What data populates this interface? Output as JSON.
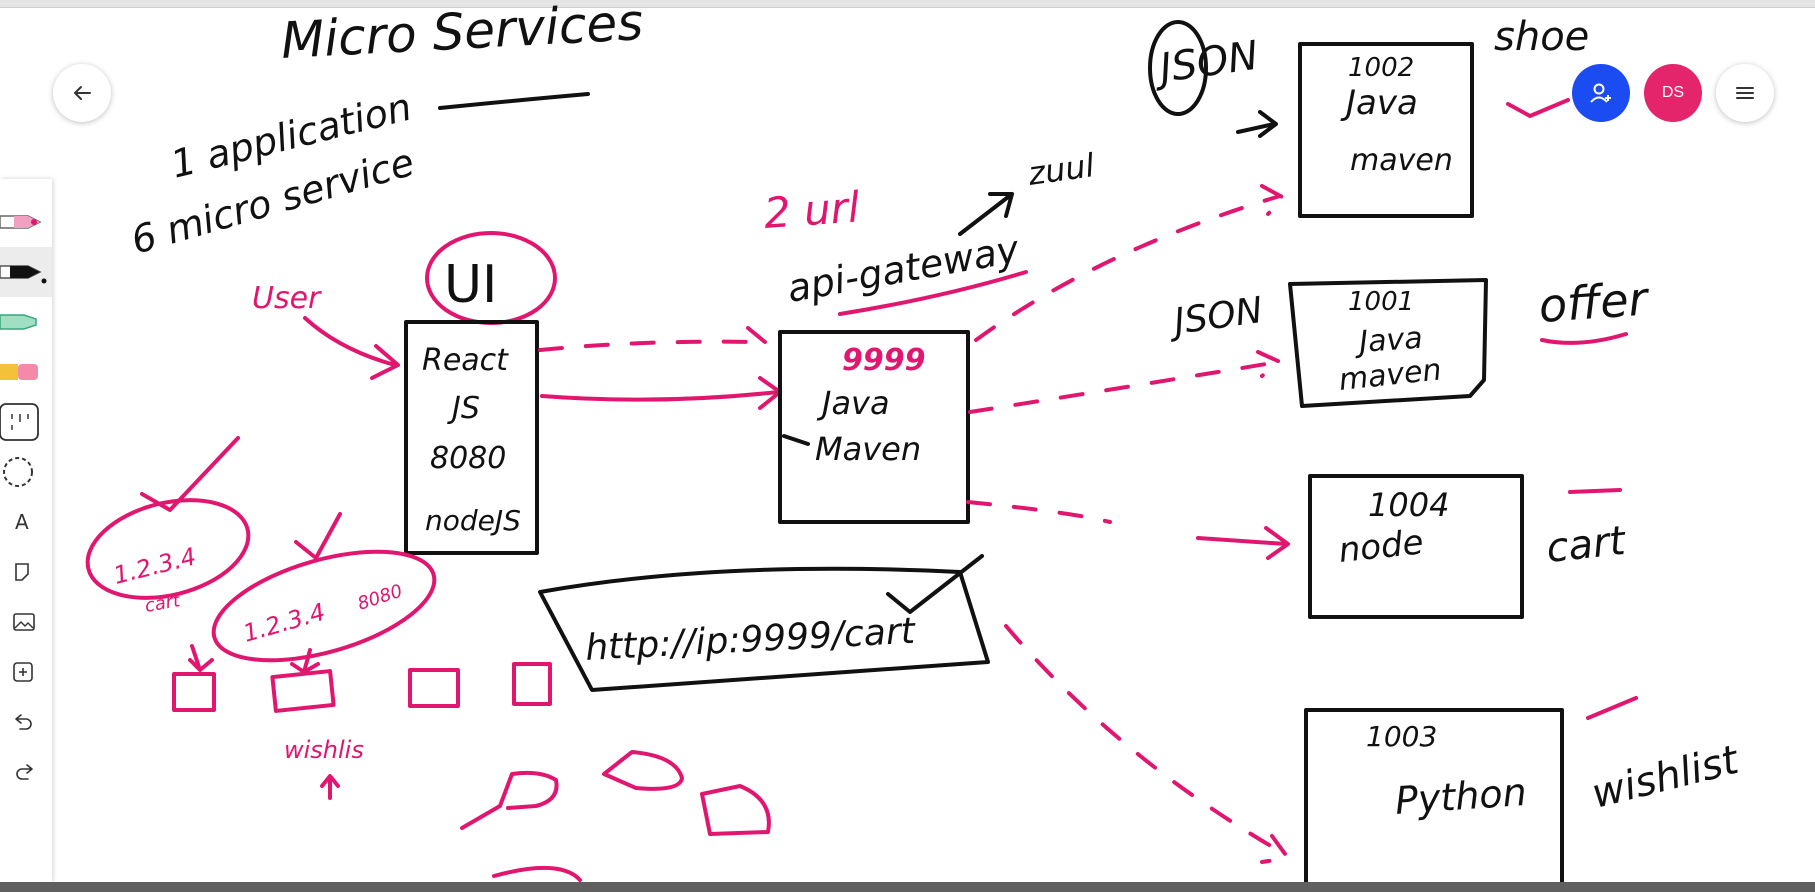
{
  "user": {
    "initials": "DS"
  },
  "colors": {
    "ink": "#111111",
    "pen_pink": "#e0166f",
    "invite": "#1b4cf2",
    "avatar": "#e4246b"
  },
  "icons": {
    "back": "arrow-left-icon",
    "invite": "add-person-icon",
    "menu": "hamburger-menu-icon",
    "tools": [
      "pink-pen-icon",
      "black-pen-icon",
      "highlighter-icon",
      "eraser-icon",
      "ruler-icon",
      "lasso-icon",
      "text-icon",
      "sticky-note-icon",
      "image-icon",
      "add-box-icon",
      "undo-icon",
      "redo-icon"
    ]
  },
  "toolbar": {
    "text_tool_label": "A",
    "active_tool": "black-pen"
  },
  "notes": {
    "title": "Micro Services",
    "app_line_1": "1 application",
    "app_line_2": "6 micro service",
    "user": "User",
    "ui_label": "UI",
    "ui_box": [
      "React",
      "JS",
      "8080",
      "nodeJS"
    ],
    "url_label": "2 url",
    "gateway": "api-gateway",
    "zuul": "zuul",
    "gateway_box": {
      "port": "9999",
      "lines": [
        "Java",
        "Maven"
      ]
    },
    "url_box": "http://ip:9999/cart",
    "ip_a": "1.2.3.4",
    "ip_a_sub": "cart",
    "ip_b": "1.2.3.4",
    "ip_b_sub": "8080",
    "wishlist_small": "wishlis",
    "json_1": "JSON",
    "json_2": "JSON",
    "services": [
      {
        "port": "1002",
        "lines": [
          "Java",
          "maven"
        ],
        "name": "shoe"
      },
      {
        "port": "1001",
        "lines": [
          "Java",
          "maven"
        ],
        "name": "offer"
      },
      {
        "port": "1004",
        "lines": [
          "node"
        ],
        "name": "cart"
      },
      {
        "port": "1003",
        "lines": [
          "Python"
        ],
        "name": "wishlist"
      }
    ]
  }
}
